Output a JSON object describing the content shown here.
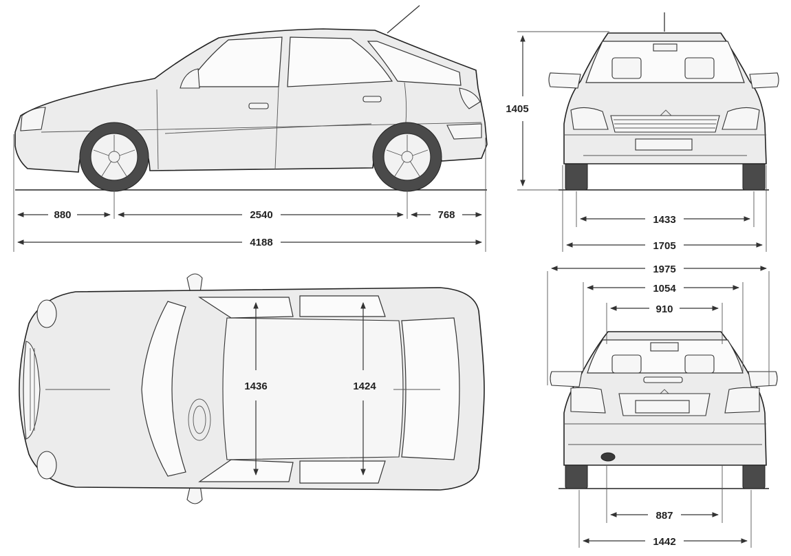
{
  "dimensions": {
    "front_overhang": "880",
    "wheelbase": "2540",
    "rear_overhang": "768",
    "overall_length": "4188",
    "overall_height": "1405",
    "front_track": "1433",
    "body_width": "1705",
    "width_with_mirrors": "1975",
    "rear_window_width": "1054",
    "rear_glass_width": "910",
    "rear_axle_inner": "887",
    "rear_track": "1442",
    "interior_width_front": "1436",
    "interior_width_rear": "1424"
  },
  "colors": {
    "line": "#333333",
    "body_fill": "#ececec",
    "background": "#ffffff"
  }
}
